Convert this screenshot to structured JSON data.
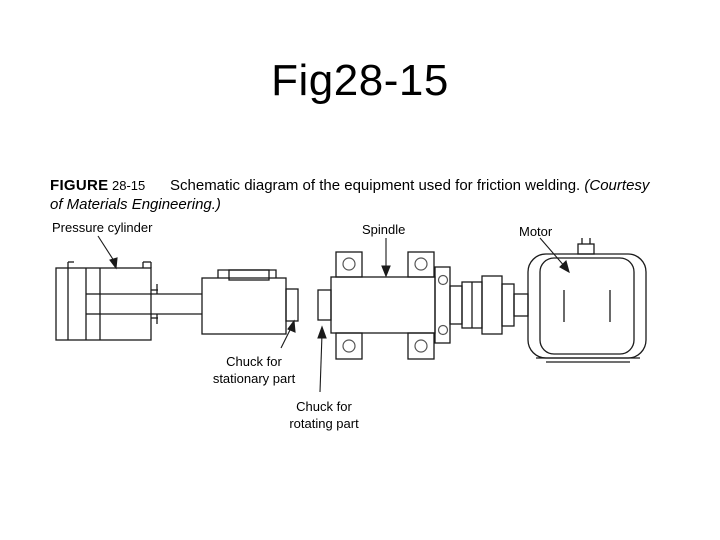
{
  "slide": {
    "title": "Fig28-15"
  },
  "caption": {
    "figure_word": "FIGURE",
    "figure_number": "28-15",
    "text": "Schematic diagram of the equipment used for friction welding.",
    "courtesy_line1": "(Courtesy",
    "courtesy_line2": "of Materials Engineering.)"
  },
  "labels": {
    "pressure_cylinder": "Pressure cylinder",
    "spindle": "Spindle",
    "motor": "Motor",
    "chuck_stationary_1": "Chuck for",
    "chuck_stationary_2": "stationary part",
    "chuck_rotating_1": "Chuck for",
    "chuck_rotating_2": "rotating part"
  },
  "colors": {
    "line": "#1a1a1a",
    "bearing": "#555555"
  }
}
